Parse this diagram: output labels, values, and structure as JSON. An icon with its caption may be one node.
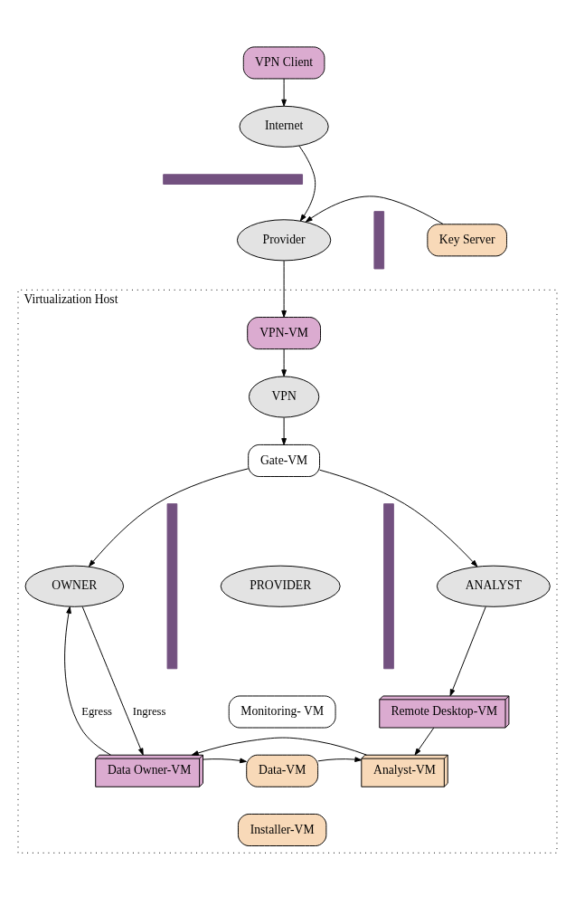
{
  "diagram": {
    "nodes": [
      {
        "text": [
          "VPN Client"
        ]
      },
      {
        "text": [
          "Internet"
        ]
      },
      {
        "text": [],
        "shape": "bar"
      },
      {
        "text": [
          "Provider"
        ]
      },
      {
        "text": [],
        "shape": "bar"
      },
      {
        "text": [
          "Key Server"
        ]
      },
      {
        "text": [
          "Virtualization Host"
        ]
      },
      {
        "text": [
          "VPN-VM"
        ],
        "in": 6
      },
      {
        "text": [
          "VPN"
        ],
        "in": 6
      },
      {
        "text": [
          "Gate-VM"
        ],
        "in": 6
      },
      {
        "text": [
          "OWNER"
        ],
        "in": 6
      },
      {
        "text": [],
        "shape": "bar",
        "in": 6
      },
      {
        "text": [
          "PROVIDER"
        ],
        "in": 6
      },
      {
        "text": [],
        "shape": "bar",
        "in": 6
      },
      {
        "text": [
          "ANALYST"
        ],
        "in": 6
      },
      {
        "text": [
          "Monitoring- VM"
        ],
        "in": 6
      },
      {
        "text": [
          "Remote Desktop-VM"
        ],
        "in": 6
      },
      {
        "text": [
          "Data Owner-VM"
        ],
        "in": 6
      },
      {
        "text": [
          "Data-VM"
        ],
        "in": 6
      },
      {
        "text": [
          "Analyst-VM"
        ],
        "in": 6
      },
      {
        "text": [
          "Installer-VM"
        ],
        "in": 6
      }
    ],
    "edges": [
      {
        "from": 0,
        "to": 1,
        "arrow": "to"
      },
      {
        "from": 1,
        "to": 3,
        "arrow": "to"
      },
      {
        "from": 5,
        "to": 3,
        "arrow": "to"
      },
      {
        "from": 3,
        "to": 7,
        "arrow": "to"
      },
      {
        "from": 7,
        "to": 8,
        "arrow": "to"
      },
      {
        "from": 8,
        "to": 9,
        "arrow": "to"
      },
      {
        "from": 9,
        "to": 10,
        "arrow": "to"
      },
      {
        "from": 9,
        "to": 14,
        "arrow": "to"
      },
      {
        "from": 10,
        "to": 17,
        "label": "Ingress",
        "arrow": "to"
      },
      {
        "from": 17,
        "to": 10,
        "label": "Egress",
        "arrow": "to"
      },
      {
        "from": 14,
        "to": 16,
        "arrow": "to"
      },
      {
        "from": 16,
        "to": 19,
        "arrow": "to"
      },
      {
        "from": 17,
        "to": 18,
        "arrow": "to"
      },
      {
        "from": 18,
        "to": 19,
        "arrow": "to"
      },
      {
        "from": 19,
        "to": 17,
        "arrow": "to"
      }
    ]
  }
}
